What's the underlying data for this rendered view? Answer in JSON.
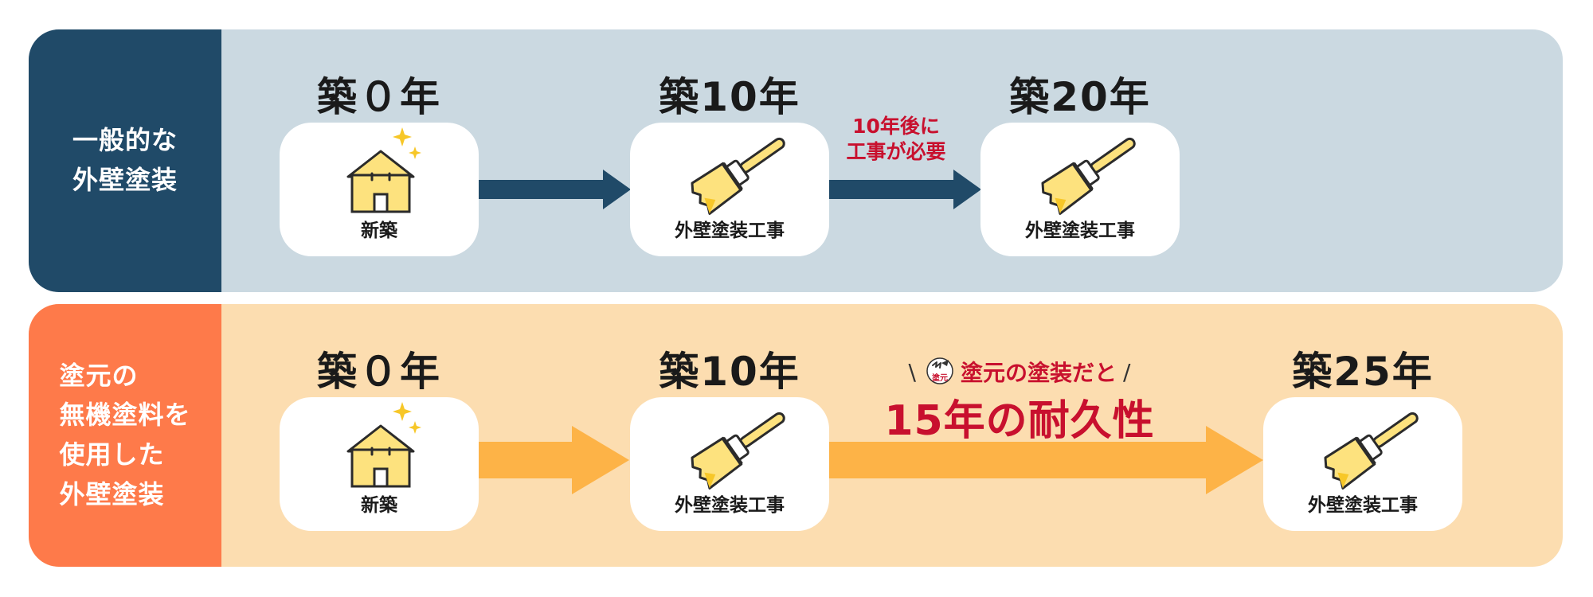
{
  "rows": [
    {
      "side_lines": [
        "一般的な",
        "外壁塗装"
      ],
      "colors": {
        "side": "#204a68",
        "panel": "#cbd9e1",
        "arrow": "#204a68"
      },
      "steps": [
        {
          "year": "築０年",
          "label": "新築",
          "icon": "house-sparkle-icon"
        },
        {
          "year": "築10年",
          "label": "外壁塗装工事",
          "icon": "paintbrush-icon"
        },
        {
          "year": "築20年",
          "label": "外壁塗装工事",
          "icon": "paintbrush-icon"
        }
      ],
      "note_lines": [
        "10年後に",
        "工事が必要"
      ]
    },
    {
      "side_lines": [
        "塗元の",
        "無機塗料を",
        "使用した",
        "外壁塗装"
      ],
      "colors": {
        "side": "#fe7a4a",
        "panel": "#fcddb0",
        "arrow": "#fdb347"
      },
      "steps": [
        {
          "year": "築０年",
          "label": "新築",
          "icon": "house-sparkle-icon"
        },
        {
          "year": "築10年",
          "label": "外壁塗装工事",
          "icon": "paintbrush-icon"
        },
        {
          "year": "築25年",
          "label": "外壁塗装工事",
          "icon": "paintbrush-icon"
        }
      ],
      "callout": {
        "slash_left": "\\",
        "line1": "塗元の塗装だと",
        "slash_right": "/",
        "line2": "15年の耐久性",
        "logo_text": "塗元"
      }
    }
  ],
  "accent_color": "#c8102e"
}
